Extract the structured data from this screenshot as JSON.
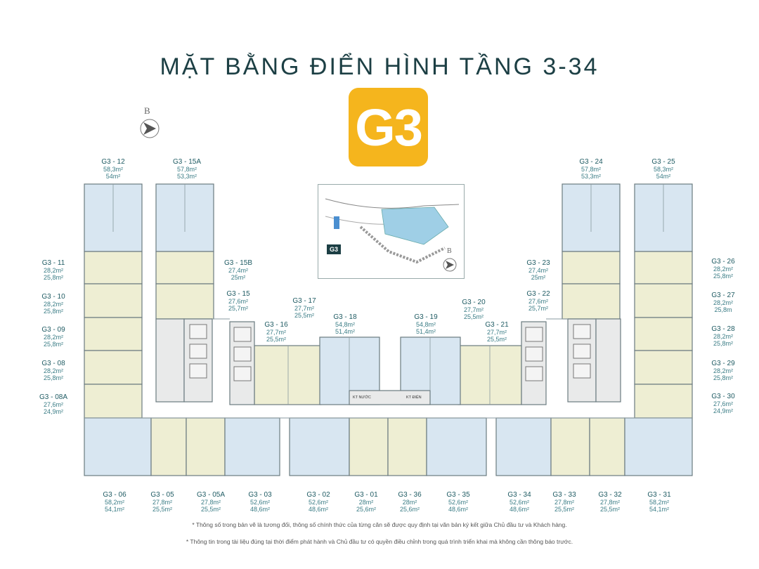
{
  "title": "MẶT BẰNG ĐIỂN HÌNH TẦNG 3-34",
  "badge": "G3",
  "compass_letter": "B",
  "site_map": {
    "tag": "G3",
    "compass_letter": "B"
  },
  "colors": {
    "title": "#1c3f44",
    "badge": "#f5b51d",
    "unit_blue": "#d8e6f1",
    "unit_beige": "#eeeed3",
    "core_gray": "#e6e6e6",
    "label": "#2c6e78"
  },
  "utility_labels": {
    "ky_thuat_nuoc": "KT NƯỚC",
    "ky_thuat_dien": "KT ĐIỆN"
  },
  "units": [
    {
      "code": "G3 - 12",
      "a1": "58,3m²",
      "a2": "54m²"
    },
    {
      "code": "G3 - 15A",
      "a1": "57,8m²",
      "a2": "53,3m²"
    },
    {
      "code": "G3 - 24",
      "a1": "57,8m²",
      "a2": "53,3m²"
    },
    {
      "code": "G3 - 25",
      "a1": "58,3m²",
      "a2": "54m²"
    },
    {
      "code": "G3 - 11",
      "a1": "28,2m²",
      "a2": "25,8m²"
    },
    {
      "code": "G3 - 10",
      "a1": "28,2m²",
      "a2": "25,8m²"
    },
    {
      "code": "G3 - 09",
      "a1": "28,2m²",
      "a2": "25,8m²"
    },
    {
      "code": "G3 - 08",
      "a1": "28,2m²",
      "a2": "25,8m²"
    },
    {
      "code": "G3 - 08A",
      "a1": "27,6m²",
      "a2": "24,9m²"
    },
    {
      "code": "G3 - 15B",
      "a1": "27,4m²",
      "a2": "25m²"
    },
    {
      "code": "G3 - 15",
      "a1": "27,6m²",
      "a2": "25,7m²"
    },
    {
      "code": "G3 - 17",
      "a1": "27,7m²",
      "a2": "25,5m²"
    },
    {
      "code": "G3 - 16",
      "a1": "27,7m²",
      "a2": "25,5m²"
    },
    {
      "code": "G3 - 18",
      "a1": "54,8m²",
      "a2": "51,4m²"
    },
    {
      "code": "G3 - 19",
      "a1": "54,8m²",
      "a2": "51,4m²"
    },
    {
      "code": "G3 - 20",
      "a1": "27,7m²",
      "a2": "25,5m²"
    },
    {
      "code": "G3 - 21",
      "a1": "27,7m²",
      "a2": "25,5m²"
    },
    {
      "code": "G3 - 23",
      "a1": "27,4m²",
      "a2": "25m²"
    },
    {
      "code": "G3 - 22",
      "a1": "27,6m²",
      "a2": "25,7m²"
    },
    {
      "code": "G3 - 26",
      "a1": "28,2m²",
      "a2": "25,8m²"
    },
    {
      "code": "G3 - 27",
      "a1": "28,2m²",
      "a2": "25,8m"
    },
    {
      "code": "G3 - 28",
      "a1": "28,2m²",
      "a2": "25,8m²"
    },
    {
      "code": "G3 - 29",
      "a1": "28,2m²",
      "a2": "25,8m²"
    },
    {
      "code": "G3 - 30",
      "a1": "27,6m²",
      "a2": "24,9m²"
    },
    {
      "code": "G3 - 06",
      "a1": "58,2m²",
      "a2": "54,1m²"
    },
    {
      "code": "G3 - 05",
      "a1": "27,8m²",
      "a2": "25,5m²"
    },
    {
      "code": "G3 - 05A",
      "a1": "27,8m²",
      "a2": "25,5m²"
    },
    {
      "code": "G3 - 03",
      "a1": "52,6m²",
      "a2": "48,6m²"
    },
    {
      "code": "G3 - 02",
      "a1": "52,6m²",
      "a2": "48,6m²"
    },
    {
      "code": "G3 - 01",
      "a1": "28m²",
      "a2": "25,6m²"
    },
    {
      "code": "G3 - 36",
      "a1": "28m²",
      "a2": "25,6m²"
    },
    {
      "code": "G3 - 35",
      "a1": "52,6m²",
      "a2": "48,6m²"
    },
    {
      "code": "G3 - 34",
      "a1": "52,6m²",
      "a2": "48,6m²"
    },
    {
      "code": "G3 - 33",
      "a1": "27,8m²",
      "a2": "25,5m²"
    },
    {
      "code": "G3 - 32",
      "a1": "27,8m²",
      "a2": "25,5m²"
    },
    {
      "code": "G3 - 31",
      "a1": "58,2m²",
      "a2": "54,1m²"
    }
  ],
  "notes": [
    "* Thông số trong bản vẽ là tương đối, thông số chính thức của từng căn sẽ được quy định tại văn bản ký kết giữa Chủ đầu tư và Khách hàng.",
    "* Thông tin trong tài liệu đúng tại thời điểm phát hành và Chủ đầu tư có quyền điều chỉnh trong quá trình triển khai mà không cần thông báo trước."
  ]
}
